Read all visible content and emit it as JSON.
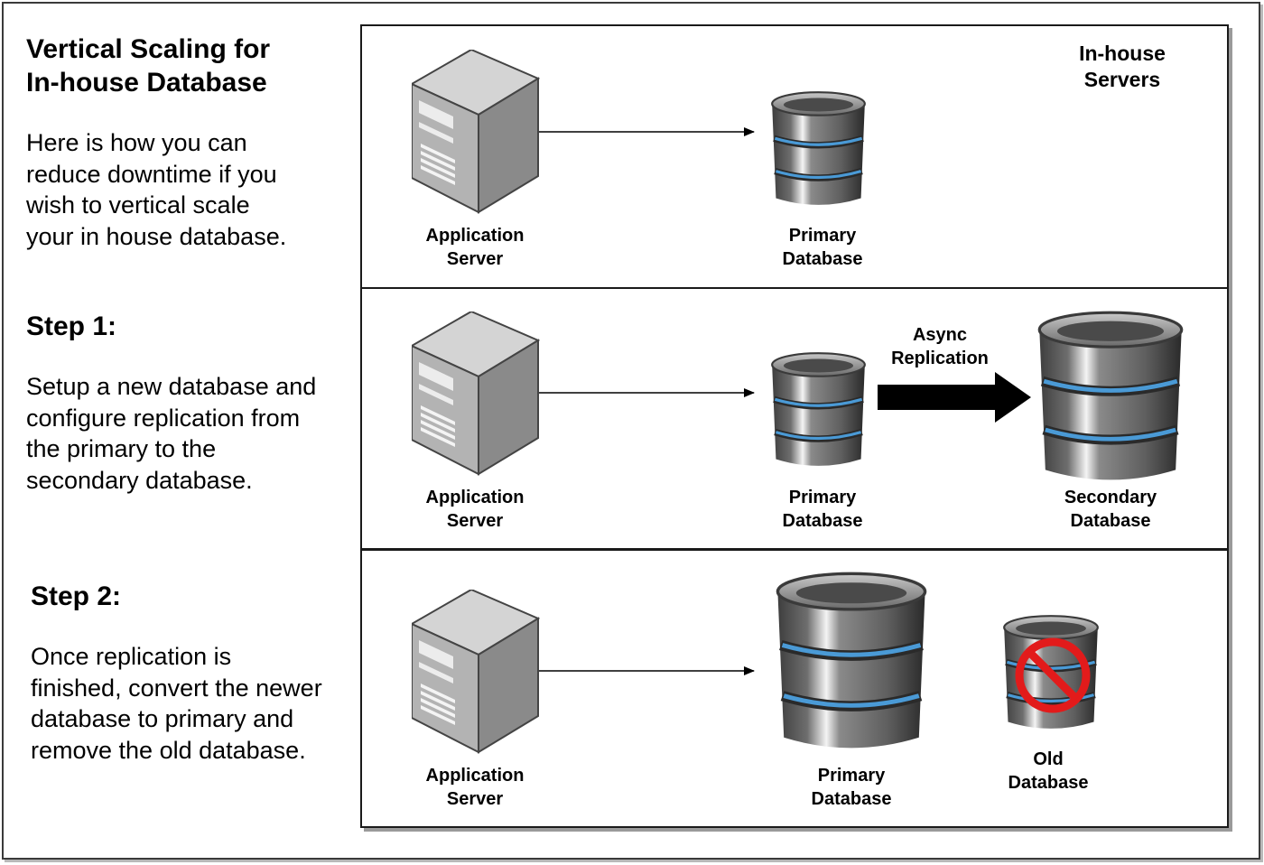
{
  "intro": {
    "title": "Vertical Scaling for\nIn-house Database",
    "description": "Here is how you can\nreduce downtime if you\nwish to vertical scale\nyour in house database."
  },
  "steps": [
    {
      "title": "Step 1:",
      "description": "Setup a new database and\nconfigure replication from\nthe primary to the\nsecondary database."
    },
    {
      "title": "Step 2:",
      "description": "Once replication is\nfinished, convert the newer\ndatabase to primary and\nremove the old database."
    }
  ],
  "panels": {
    "initial": {
      "zone_label": "In-house\nServers",
      "app_server_label": "Application\nServer",
      "primary_db_label": "Primary\nDatabase"
    },
    "step1": {
      "app_server_label": "Application\nServer",
      "primary_db_label": "Primary\nDatabase",
      "replication_label": "Async\nReplication",
      "secondary_db_label": "Secondary\nDatabase"
    },
    "step2": {
      "app_server_label": "Application\nServer",
      "primary_db_label": "Primary\nDatabase",
      "old_db_label": "Old\nDatabase"
    }
  },
  "icons": {
    "server": "server-icon",
    "database": "database-icon",
    "prohibited": "prohibited-icon"
  },
  "colors": {
    "db_band": "#4a9ad6",
    "prohibited": "#e21b1b",
    "server_face": "#b3b3b3"
  }
}
